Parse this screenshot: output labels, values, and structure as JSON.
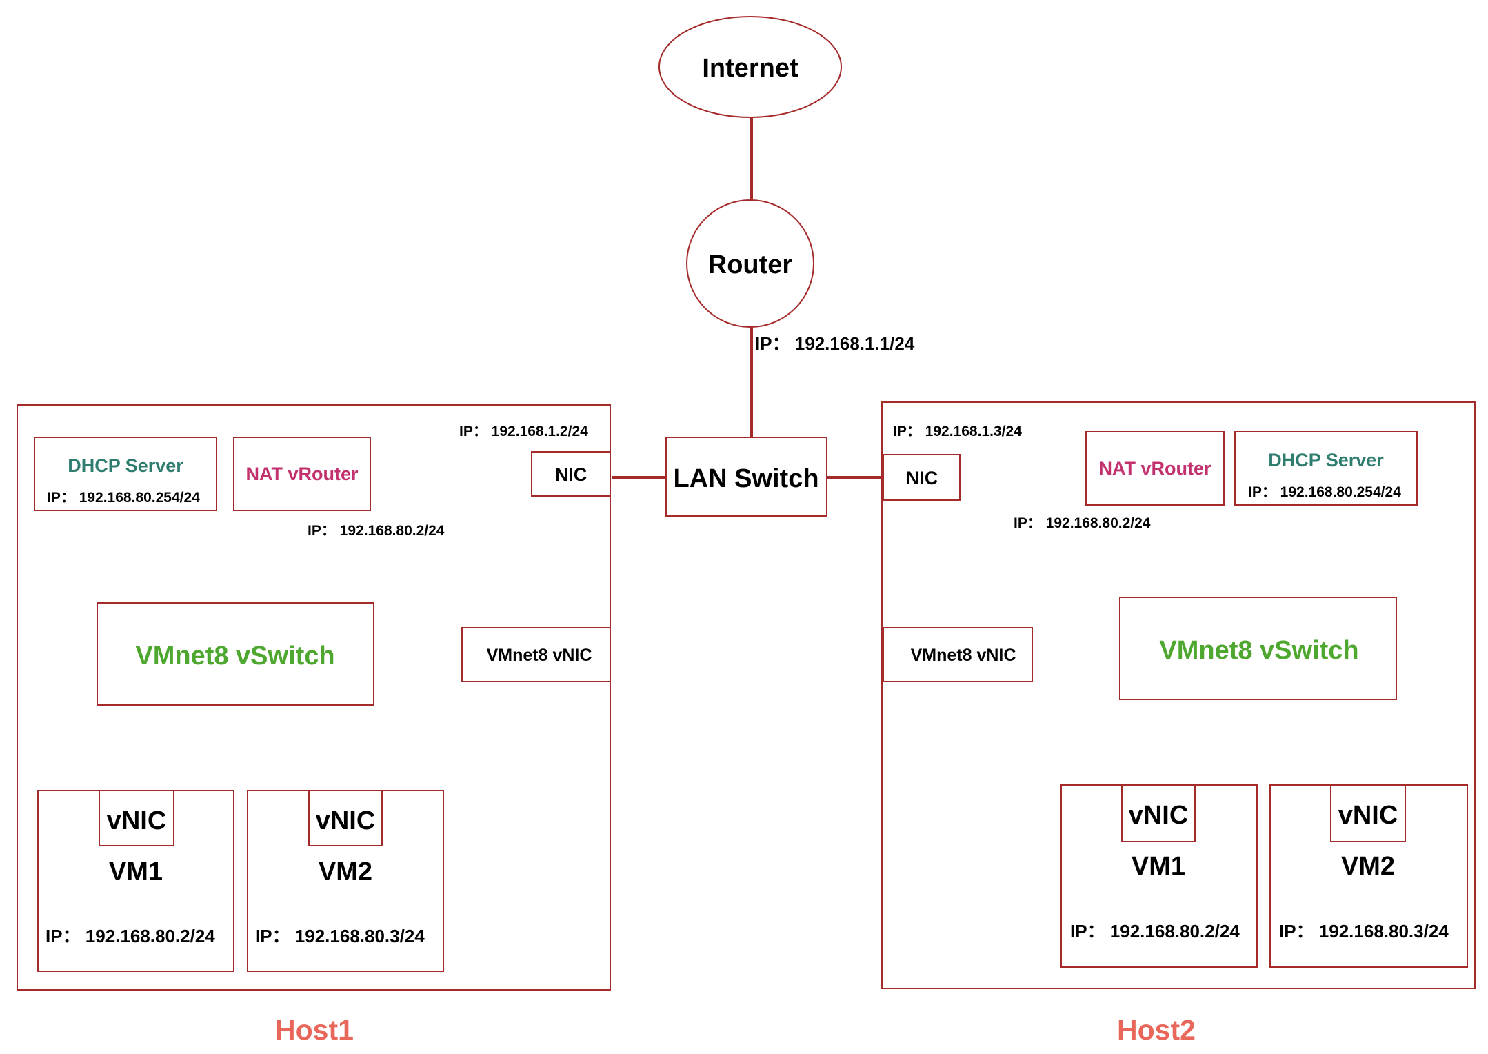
{
  "colors": {
    "line": "#a52a2a",
    "vswitch_text": "#4ea72e",
    "dhcp_text": "#2e7d6f",
    "nat_text": "#c2306e",
    "host_label": "#e8675a"
  },
  "internet": {
    "label": "Internet"
  },
  "router": {
    "label": "Router",
    "ip": "IP：  192.168.1.1/24"
  },
  "lan_switch": {
    "label": "LAN Switch"
  },
  "host1": {
    "label": "Host1",
    "nic": {
      "label": "NIC",
      "ip": "IP：  192.168.1.2/24"
    },
    "nat": {
      "label": "NAT vRouter",
      "ip": "IP：  192.168.80.2/24"
    },
    "dhcp": {
      "label": "DHCP Server",
      "ip": "IP：  192.168.80.254/24"
    },
    "vswitch": {
      "label": "VMnet8 vSwitch"
    },
    "vnic_host": {
      "label": "VMnet8 vNIC"
    },
    "vms": [
      {
        "name": "VM1",
        "vnic": "vNIC",
        "ip": "IP：  192.168.80.2/24"
      },
      {
        "name": "VM2",
        "vnic": "vNIC",
        "ip": "IP：  192.168.80.3/24"
      }
    ]
  },
  "host2": {
    "label": "Host2",
    "nic": {
      "label": "NIC",
      "ip": "IP：  192.168.1.3/24"
    },
    "nat": {
      "label": "NAT vRouter",
      "ip": "IP：  192.168.80.2/24"
    },
    "dhcp": {
      "label": "DHCP Server",
      "ip": "IP：  192.168.80.254/24"
    },
    "vswitch": {
      "label": "VMnet8 vSwitch"
    },
    "vnic_host": {
      "label": "VMnet8 vNIC"
    },
    "vms": [
      {
        "name": "VM1",
        "vnic": "vNIC",
        "ip": "IP：  192.168.80.2/24"
      },
      {
        "name": "VM2",
        "vnic": "vNIC",
        "ip": "IP：  192.168.80.3/24"
      }
    ]
  }
}
